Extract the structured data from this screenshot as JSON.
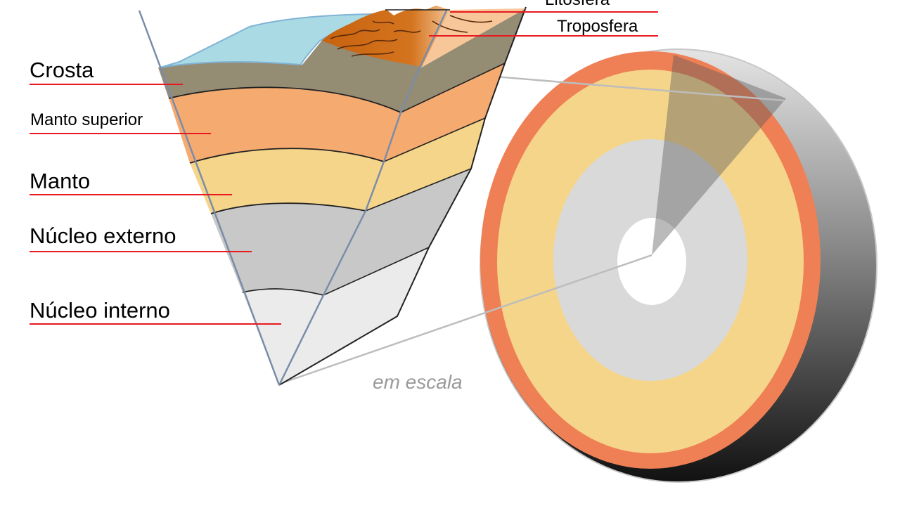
{
  "labels": {
    "crust": "Crosta",
    "upper_mantle": "Manto superior",
    "mantle": "Manto",
    "outer_core": "Núcleo externo",
    "inner_core": "Núcleo interno",
    "troposphere": "Troposfera",
    "lithosphere_cut": "Litosfera"
  },
  "note": "em escala",
  "colors": {
    "crust": "#958c74",
    "upper_mantle": "#f5aa70",
    "mantle": "#f5d58a",
    "outer_core": "#c8c8c8",
    "inner_core": "#ebebeb",
    "ocean": "#aadbe5",
    "rim": "#ef7f55",
    "leader": "#e8191f"
  }
}
